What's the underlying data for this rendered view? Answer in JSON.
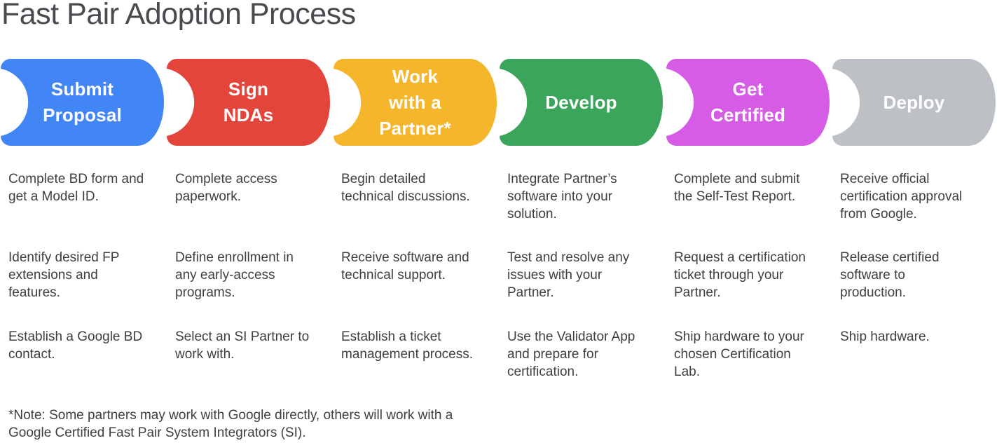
{
  "title": "Fast Pair Adoption Process",
  "footnote": "*Note: Some partners may work with Google directly, others will work with a\nGoogle Certified Fast Pair System Integrators (SI).",
  "stages": [
    {
      "label": "Submit\nProposal",
      "color": "#4285F4",
      "steps": [
        "Complete BD form and\nget a Model ID.",
        "Identify desired FP\nextensions and\nfeatures.",
        "Establish a Google BD\ncontact."
      ]
    },
    {
      "label": "Sign\nNDAs",
      "color": "#E3453A",
      "steps": [
        "Complete access\npaperwork.",
        "Define enrollment in\nany early-access\nprograms.",
        "Select an SI Partner to\nwork with."
      ]
    },
    {
      "label": "Work\nwith a\nPartner*",
      "color": "#F5B62B",
      "steps": [
        "Begin detailed\ntechnical discussions.",
        "Receive software and\ntechnical support.",
        "Establish a ticket\nmanagement process."
      ]
    },
    {
      "label": "Develop",
      "color": "#3CA55C",
      "steps": [
        "Integrate Partner’s\nsoftware into your\nsolution.",
        "Test and resolve any\nissues with your\nPartner.",
        "Use the Validator App\nand prepare for\ncertification."
      ]
    },
    {
      "label": "Get\nCertified",
      "color": "#D65CE6",
      "steps": [
        "Complete and submit\nthe Self-Test Report.",
        "Request a certification\nticket through your\nPartner.",
        "Ship hardware to your\nchosen Certification\nLab."
      ]
    },
    {
      "label": "Deploy",
      "color": "#BDC1C6",
      "steps": [
        "Receive official\ncertification approval\nfrom Google.",
        "Release certified\nsoftware to\nproduction.",
        "Ship hardware."
      ]
    }
  ]
}
